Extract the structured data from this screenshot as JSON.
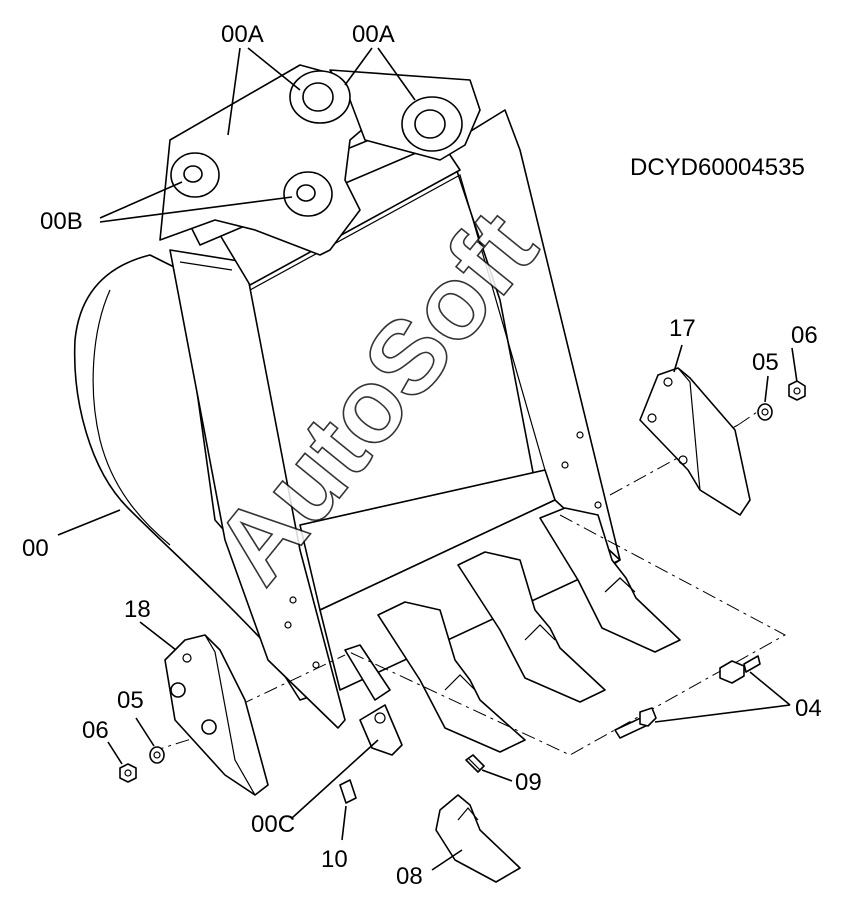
{
  "diagram_code": "DCYD60004535",
  "watermark": "AutoSoft",
  "labels": {
    "pin_boss_a_1": "00A",
    "pin_boss_a_2": "00A",
    "pin_boss_b": "00B",
    "bucket": "00",
    "bucket_lip": "00C",
    "side_cutter_right": "17",
    "side_cutter_left": "18",
    "washer_right": "05",
    "nut_right": "06",
    "washer_left": "05",
    "nut_left": "06",
    "bolt": "04",
    "pin": "09",
    "lock": "10",
    "tooth": "08"
  }
}
